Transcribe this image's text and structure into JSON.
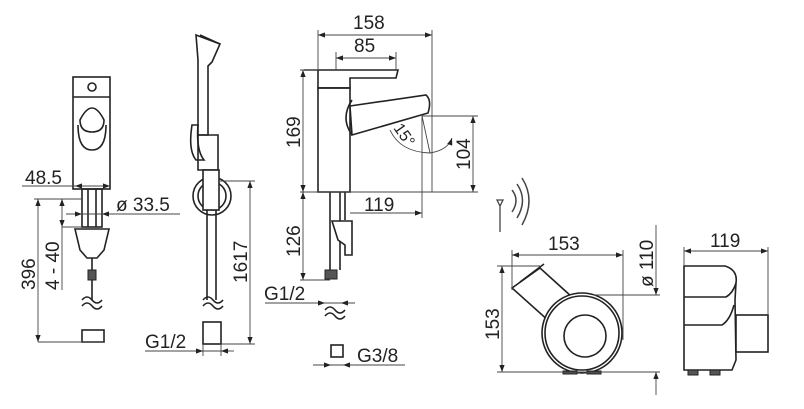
{
  "colors": {
    "line": "#222222",
    "background": "#ffffff"
  },
  "front_view": {
    "width": "48.5",
    "diameter": "ø 33.5",
    "height": "396",
    "thickness_range": "4 - 40"
  },
  "hand_shower": {
    "hose_length": "1617",
    "connection": "G1/2"
  },
  "side_view": {
    "total_depth": "158",
    "lever_length": "85",
    "height": "169",
    "spout_height": "104",
    "spout_angle": "15°",
    "spout_reach": "119",
    "shank_length": "126",
    "inlet_connection": "G1/2",
    "outlet_connection": "G3/8"
  },
  "control_box": {
    "width": "153",
    "height": "153",
    "diameter": "ø 110",
    "depth": "119"
  },
  "icons": [
    "wireless-signal-icon",
    "antenna-icon"
  ]
}
